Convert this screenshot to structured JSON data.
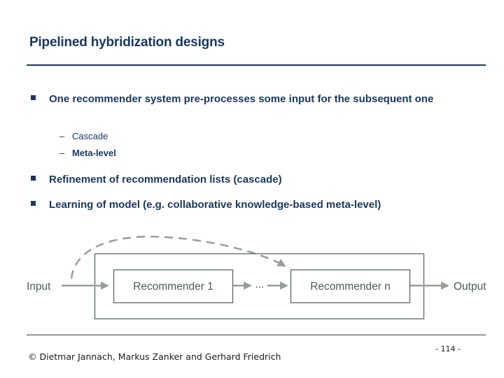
{
  "slide": {
    "title": "Pipelined hybridization designs",
    "bullets": [
      {
        "label": "One recommender system pre-processes some input for the subsequent one"
      },
      {
        "label": "Refinement of recommendation lists (cascade)"
      },
      {
        "label": "Learning of model (e.g. collaborative knowledge-based meta-level)"
      }
    ],
    "sub_bullets": {
      "marker": "–",
      "items": [
        {
          "label": "Cascade"
        },
        {
          "label": "Meta-level"
        }
      ]
    },
    "footer": {
      "copyright": "© Dietmar Jannach, Markus Zanker and Gerhard Friedrich",
      "page_number": "- 114 -"
    }
  },
  "diagram": {
    "input_label": "Input",
    "recommender_1_label": "Recommender 1",
    "dots_label": "...",
    "recommender_n_label": "Recommender n",
    "output_label": "Output"
  },
  "colors": {
    "title_text": "#17375e",
    "bullet_text": "#17375e",
    "title_rule": "#17375e",
    "diagram_box_border": "#5a685e",
    "diagram_text": "#4d5c52",
    "diagram_arrow": "#979d97",
    "footer_rule": "#3c3c3c",
    "footer_text": "#1a1a1a",
    "background": "#ffffff"
  }
}
